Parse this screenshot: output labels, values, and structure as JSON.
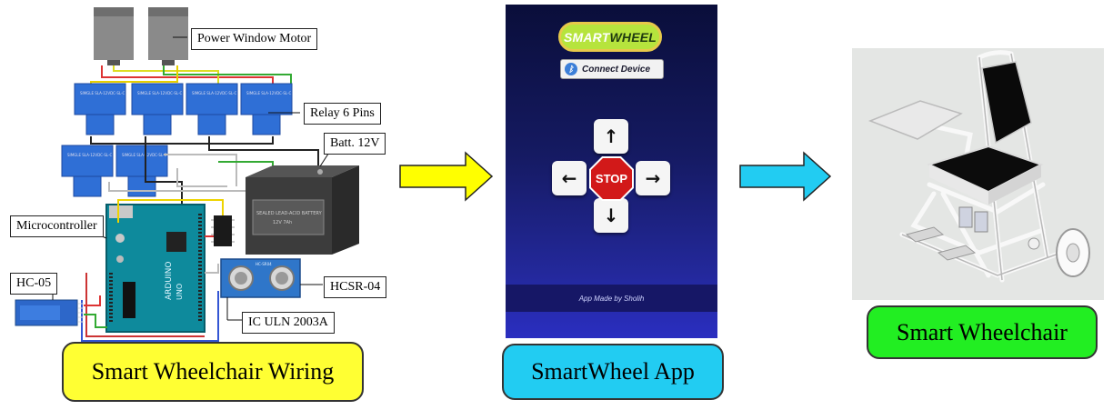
{
  "wiring": {
    "labels": {
      "power_window_motor": "Power Window Motor",
      "relay": "Relay 6 Pins",
      "battery": "Batt. 12V",
      "microcontroller": "Microcontroller",
      "hc05": "HC-05",
      "hcsr04": "HCSR-04",
      "ic": "IC ULN 2003A"
    },
    "relay_text": "SIMGLE\nSLA-12VDC-SL-C",
    "battery_text": "SEALED LEAD-ACID BATTERY\n12V 7Ah",
    "caption": "Smart Wheelchair Wiring",
    "caption_color": "#ffff33"
  },
  "app": {
    "logo_smart": "SMART",
    "logo_wheel": "WHEEL",
    "connect_label": "Connect Device",
    "stop_label": "STOP",
    "footer": "App Made by Sholih",
    "caption": "SmartWheel App",
    "caption_color": "#22ccf2",
    "icons": [
      "bluetooth-icon",
      "arrow-up-icon",
      "arrow-left-icon",
      "arrow-right-icon",
      "arrow-down-icon"
    ]
  },
  "chair": {
    "caption": "Smart Wheelchair",
    "caption_color": "#22ee22"
  },
  "arrows": {
    "first_color": "#ffff00",
    "second_color": "#22ccf2"
  }
}
